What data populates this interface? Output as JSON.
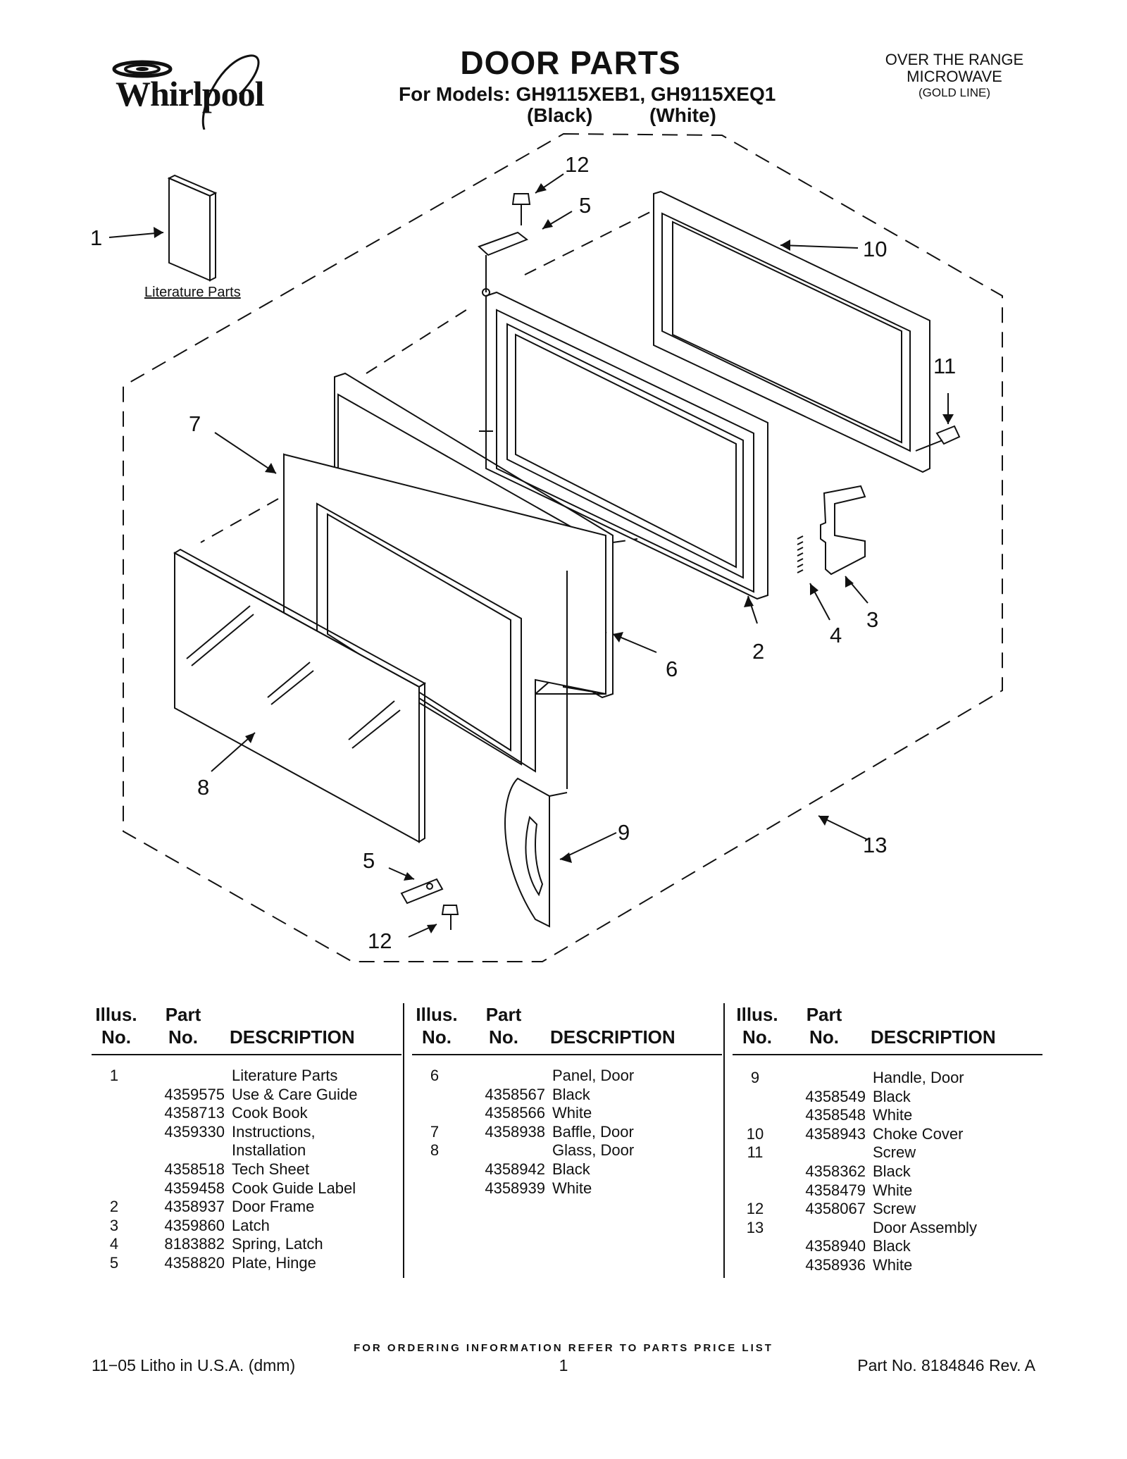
{
  "brand": {
    "name": "Whirlpool"
  },
  "header": {
    "title": "DOOR PARTS",
    "models_line": "For Models: GH9115XEB1, GH9115XEQ1",
    "color_black": "(Black)",
    "color_white": "(White)",
    "product_line1": "OVER THE RANGE",
    "product_line2": "MICROWAVE",
    "product_line3": "(GOLD LINE)"
  },
  "diagram": {
    "literature_label": "Literature Parts",
    "callouts": [
      "1",
      "2",
      "3",
      "4",
      "5",
      "5",
      "6",
      "7",
      "8",
      "9",
      "10",
      "11",
      "12",
      "12",
      "13"
    ]
  },
  "table": {
    "headers": {
      "illus_top": "Illus.",
      "illus_bottom": "No.",
      "part_top": "Part",
      "part_bottom": "No.",
      "description": "DESCRIPTION"
    },
    "columns": [
      [
        {
          "illus": "1",
          "part": "",
          "desc": "Literature Parts"
        },
        {
          "illus": "",
          "part": "4359575",
          "desc": "Use & Care Guide"
        },
        {
          "illus": "",
          "part": "4358713",
          "desc": "Cook Book"
        },
        {
          "illus": "",
          "part": "4359330",
          "desc": "Instructions,"
        },
        {
          "illus": "",
          "part": "",
          "desc": "Installation"
        },
        {
          "illus": "",
          "part": "4358518",
          "desc": "Tech Sheet"
        },
        {
          "illus": "",
          "part": "4359458",
          "desc": "Cook Guide Label"
        },
        {
          "illus": "2",
          "part": "4358937",
          "desc": "Door Frame"
        },
        {
          "illus": "3",
          "part": "4359860",
          "desc": "Latch"
        },
        {
          "illus": "4",
          "part": "8183882",
          "desc": "Spring, Latch"
        },
        {
          "illus": "5",
          "part": "4358820",
          "desc": "Plate, Hinge"
        }
      ],
      [
        {
          "illus": "6",
          "part": "",
          "desc": "Panel, Door"
        },
        {
          "illus": "",
          "part": "4358567",
          "desc": "Black"
        },
        {
          "illus": "",
          "part": "4358566",
          "desc": "White"
        },
        {
          "illus": "7",
          "part": "4358938",
          "desc": "Baffle, Door"
        },
        {
          "illus": "8",
          "part": "",
          "desc": "Glass, Door"
        },
        {
          "illus": "",
          "part": "4358942",
          "desc": "Black"
        },
        {
          "illus": "",
          "part": "4358939",
          "desc": "White"
        }
      ],
      [
        {
          "illus": "9",
          "part": "",
          "desc": "Handle, Door"
        },
        {
          "illus": "",
          "part": "4358549",
          "desc": "Black"
        },
        {
          "illus": "",
          "part": "4358548",
          "desc": "White"
        },
        {
          "illus": "10",
          "part": "4358943",
          "desc": "Choke Cover"
        },
        {
          "illus": "11",
          "part": "",
          "desc": "Screw"
        },
        {
          "illus": "",
          "part": "4358362",
          "desc": "Black"
        },
        {
          "illus": "",
          "part": "4358479",
          "desc": "White"
        },
        {
          "illus": "12",
          "part": "4358067",
          "desc": "Screw"
        },
        {
          "illus": "13",
          "part": "",
          "desc": "Door Assembly"
        },
        {
          "illus": "",
          "part": "4358940",
          "desc": "Black"
        },
        {
          "illus": "",
          "part": "4358936",
          "desc": "White"
        }
      ]
    ]
  },
  "footer": {
    "order_note": "FOR ORDERING INFORMATION REFER TO PARTS PRICE LIST",
    "left": "11−05 Litho in U.S.A. (dmm)",
    "page": "1",
    "right": "Part No. 8184846 Rev. A"
  }
}
